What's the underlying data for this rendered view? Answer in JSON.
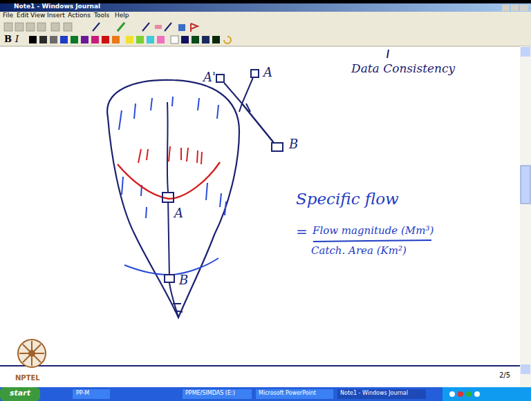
{
  "diagram": {
    "nodes": [
      {
        "text": [
          "A'"
        ]
      },
      {
        "text": [
          "A"
        ]
      },
      {
        "text": [
          "B"
        ]
      },
      {
        "text": [
          "A"
        ]
      },
      {
        "text": [
          "B"
        ]
      }
    ],
    "edges": [
      {
        "from": 0,
        "to": 2,
        "arrow": "none"
      },
      {
        "from": 1,
        "to": 2,
        "arrow": "none"
      },
      {
        "from": 3,
        "to": 4,
        "arrow": "none"
      }
    ],
    "labels": [
      "Note1 - Windows Journal",
      "File",
      "Edit",
      "View",
      "Insert",
      "Actions",
      "Tools",
      "Help",
      "B",
      "I",
      "Data Consistency",
      "Specific flow",
      "=",
      "Flow magnitude (Mm³)",
      "Catch. Area (Km²)",
      "NPTEL",
      "2/5",
      "start",
      "PP-M",
      "PPME/SIMDAS (E:)",
      "Microsoft PowerPoint",
      "Note1 - Windows Journal"
    ]
  }
}
